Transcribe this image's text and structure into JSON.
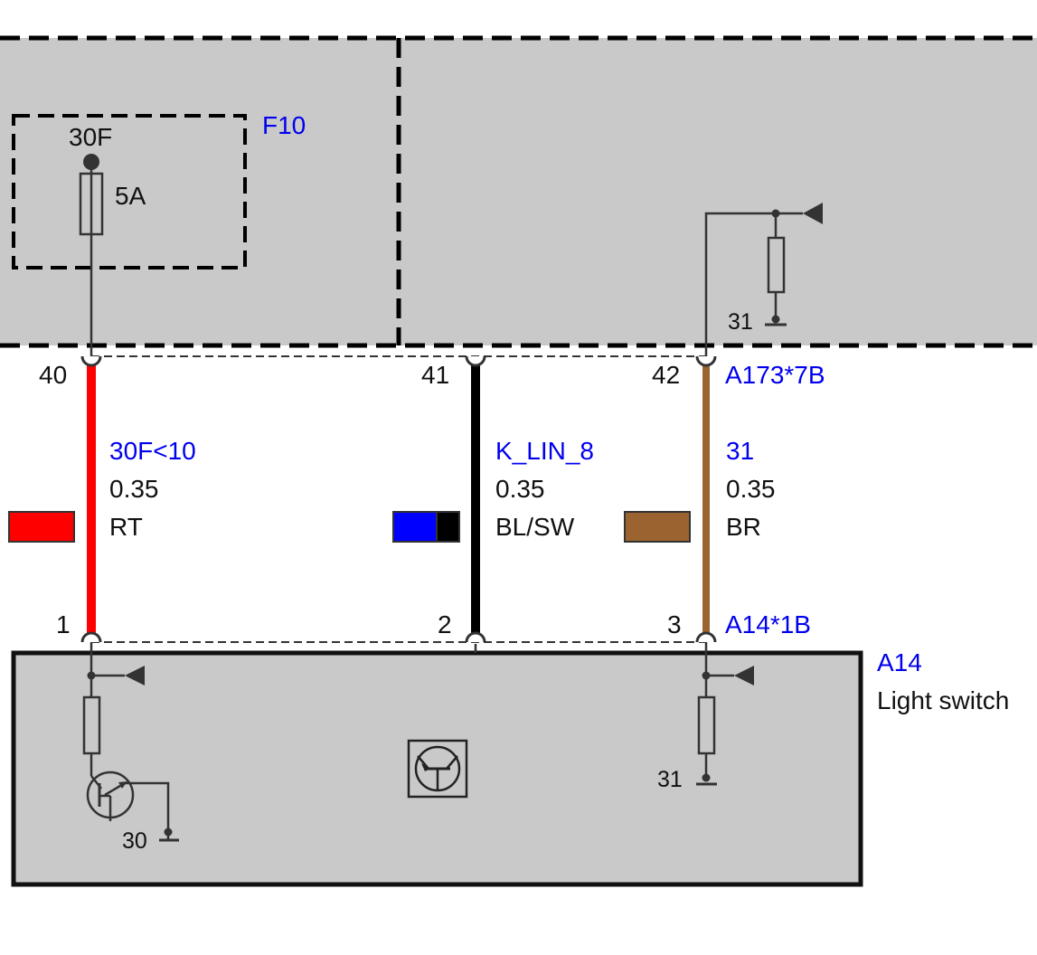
{
  "top_module": {
    "fuse": {
      "id": "F10",
      "terminal": "30F",
      "rating": "5A"
    },
    "ground_label": "31"
  },
  "connector_top": {
    "id": "A173*7B",
    "pins": [
      "40",
      "41",
      "42"
    ]
  },
  "wires": [
    {
      "signal": "30F<10",
      "cross_section": "0.35",
      "color_code": "RT",
      "swatch": [
        "#ff0000"
      ]
    },
    {
      "signal": "K_LIN_8",
      "cross_section": "0.35",
      "color_code": "BL/SW",
      "swatch": [
        "#0000ff",
        "#000000"
      ]
    },
    {
      "signal": "31",
      "cross_section": "0.35",
      "color_code": "BR",
      "swatch": [
        "#9a6330"
      ]
    }
  ],
  "wire_colors": {
    "red": "#ff0000",
    "black": "#000000",
    "brown": "#9a6330"
  },
  "connector_bottom": {
    "id": "A14*1B",
    "pins": [
      "1",
      "2",
      "3"
    ]
  },
  "component": {
    "id": "A14",
    "name": "Light switch",
    "supply_label": "30",
    "ground_label": "31"
  },
  "colors": {
    "module_fill": "#c9c9c9",
    "label_blue": "#0000ee"
  }
}
